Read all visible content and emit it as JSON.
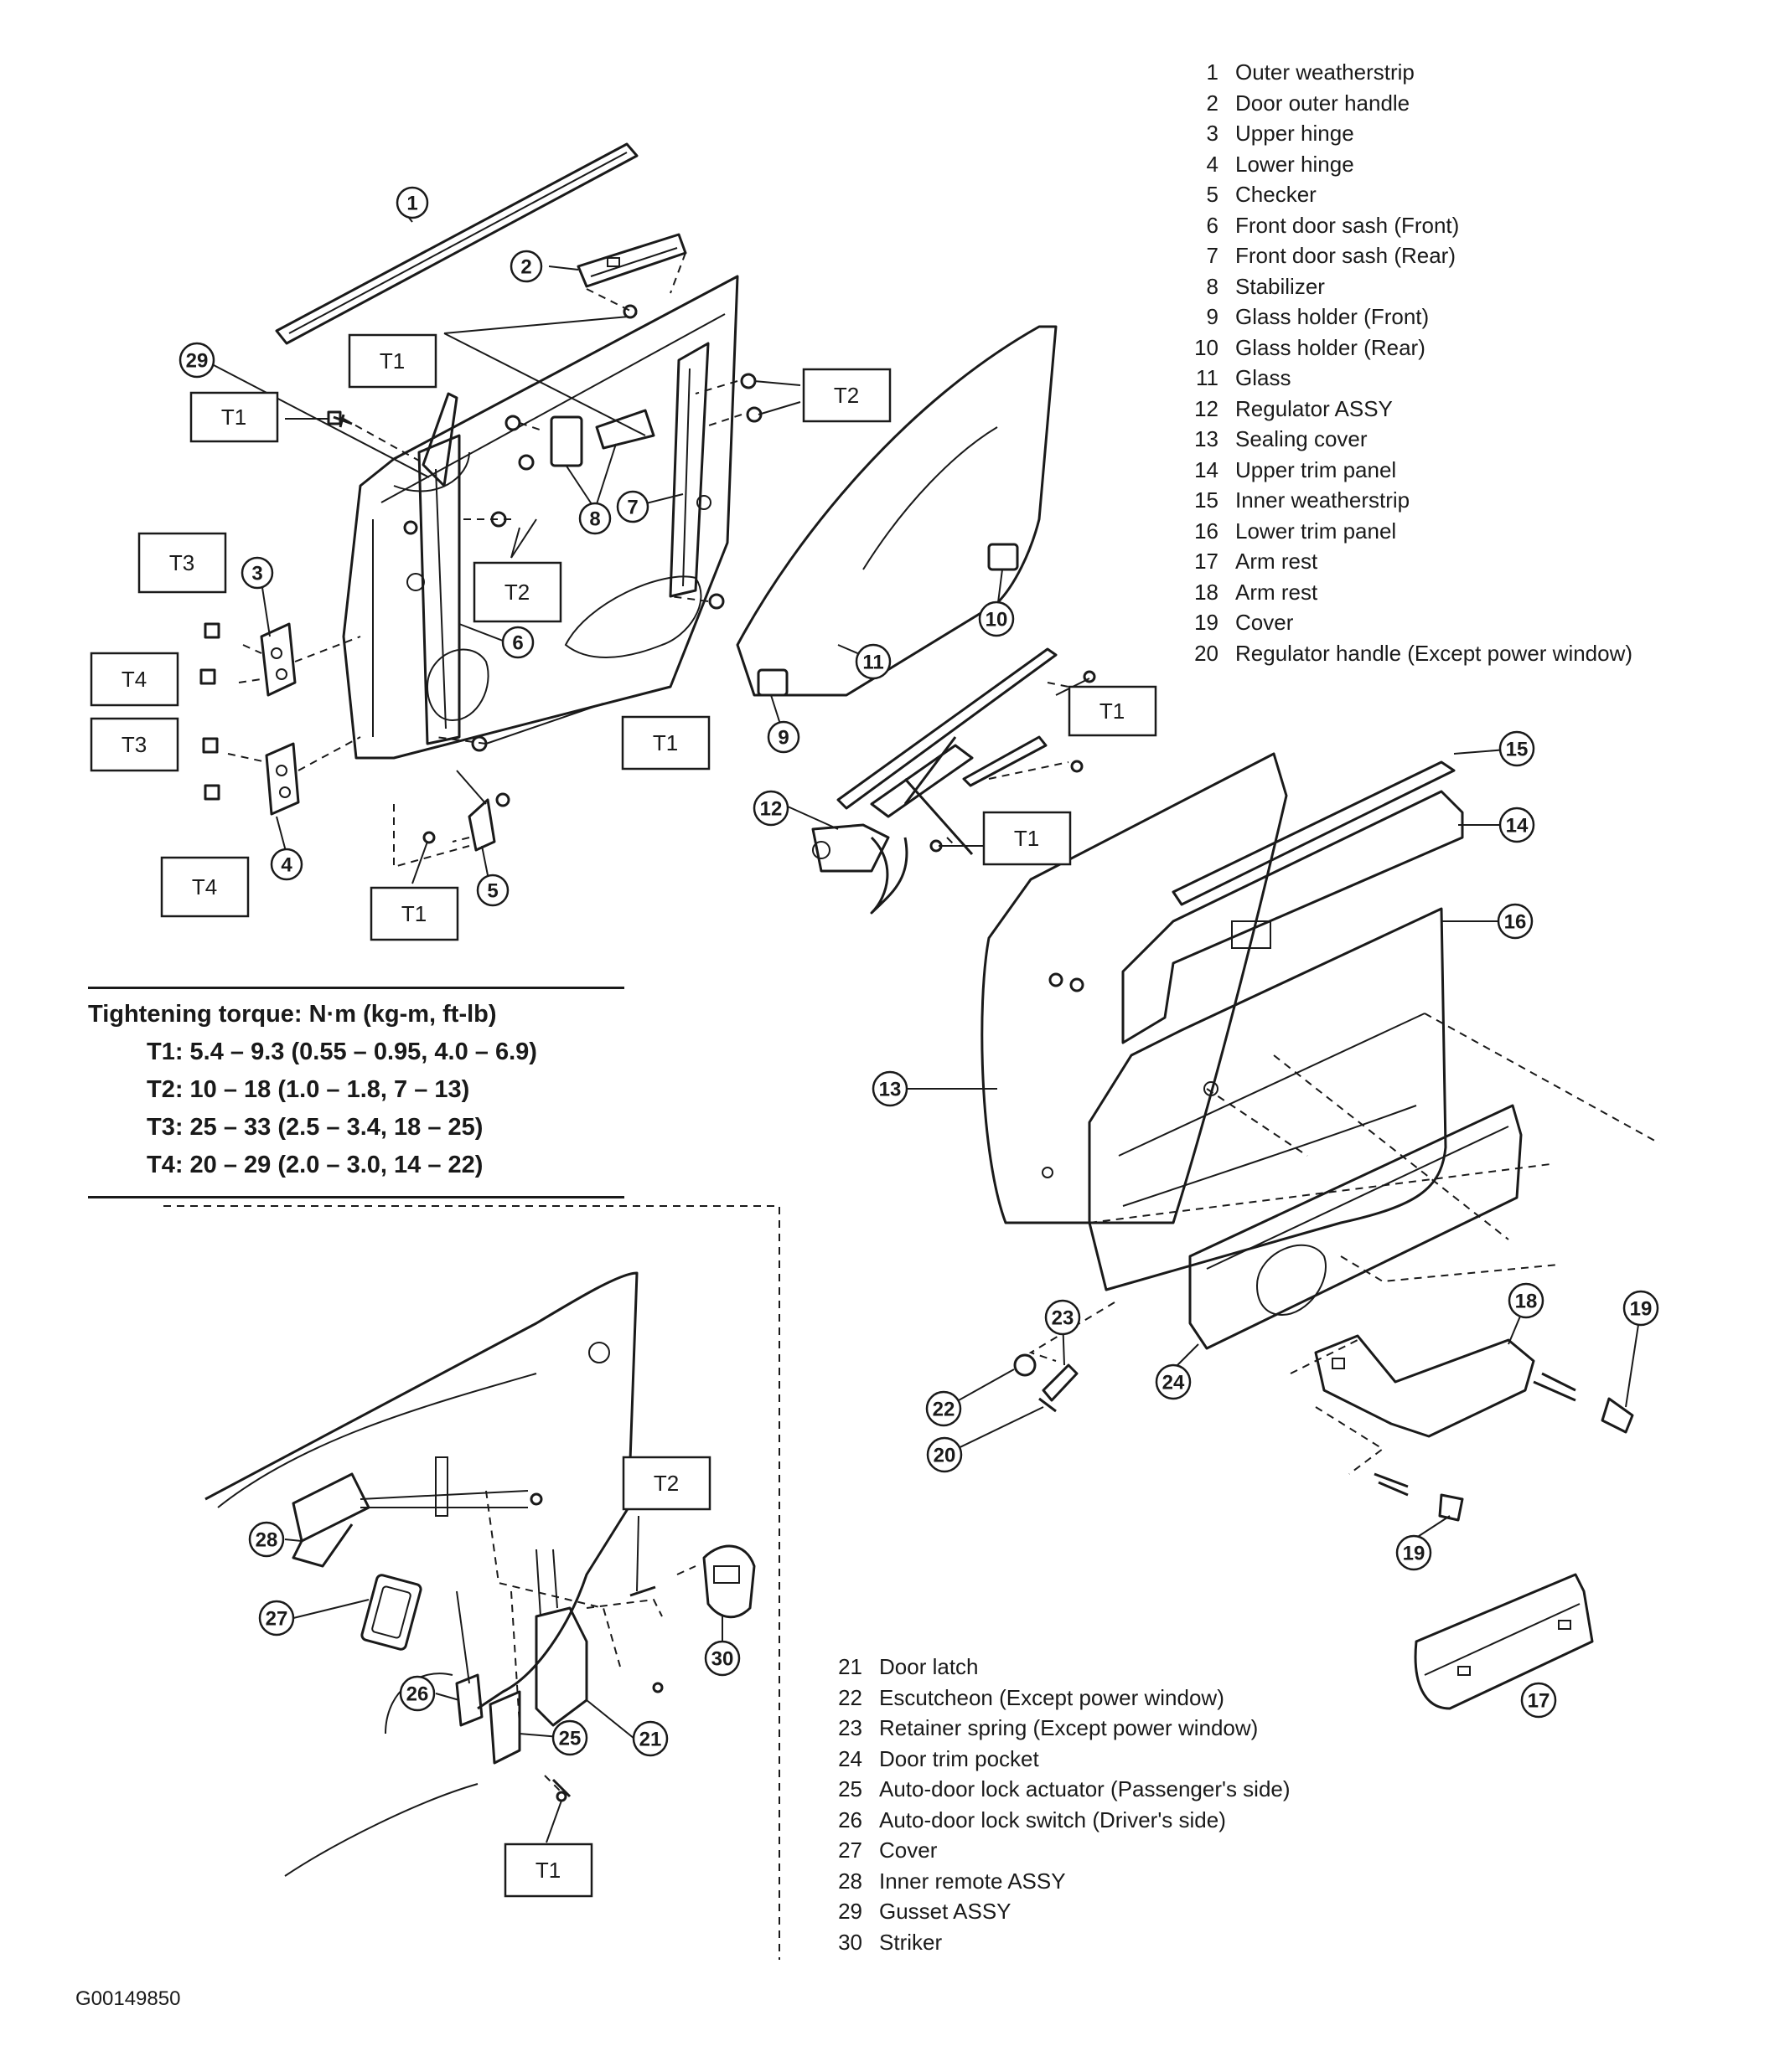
{
  "parts_list": [
    {
      "num": "1",
      "name": "Outer weatherstrip"
    },
    {
      "num": "2",
      "name": "Door outer handle"
    },
    {
      "num": "3",
      "name": "Upper hinge"
    },
    {
      "num": "4",
      "name": "Lower hinge"
    },
    {
      "num": "5",
      "name": "Checker"
    },
    {
      "num": "6",
      "name": "Front door sash (Front)"
    },
    {
      "num": "7",
      "name": "Front door sash (Rear)"
    },
    {
      "num": "8",
      "name": "Stabilizer"
    },
    {
      "num": "9",
      "name": "Glass holder (Front)"
    },
    {
      "num": "10",
      "name": "Glass holder (Rear)"
    },
    {
      "num": "11",
      "name": "Glass"
    },
    {
      "num": "12",
      "name": "Regulator ASSY"
    },
    {
      "num": "13",
      "name": "Sealing cover"
    },
    {
      "num": "14",
      "name": "Upper trim panel"
    },
    {
      "num": "15",
      "name": "Inner weatherstrip"
    },
    {
      "num": "16",
      "name": "Lower trim panel"
    },
    {
      "num": "17",
      "name": "Arm rest"
    },
    {
      "num": "18",
      "name": "Arm rest"
    },
    {
      "num": "19",
      "name": "Cover"
    },
    {
      "num": "20",
      "name": "Regulator handle (Except power window)"
    }
  ],
  "parts_list_2": [
    {
      "num": "21",
      "name": "Door latch"
    },
    {
      "num": "22",
      "name": "Escutcheon (Except power window)"
    },
    {
      "num": "23",
      "name": "Retainer spring (Except power window)"
    },
    {
      "num": "24",
      "name": "Door trim pocket"
    },
    {
      "num": "25",
      "name": "Auto-door lock actuator (Passenger's side)"
    },
    {
      "num": "26",
      "name": "Auto-door lock switch (Driver's side)"
    },
    {
      "num": "27",
      "name": "Cover"
    },
    {
      "num": "28",
      "name": "Inner remote ASSY"
    },
    {
      "num": "29",
      "name": "Gusset ASSY"
    },
    {
      "num": "30",
      "name": "Striker"
    }
  ],
  "torque": {
    "title": "Tightening torque: N·m (kg-m, ft-lb)",
    "specs": [
      "T1: 5.4 – 9.3 (0.55 – 0.95, 4.0 – 6.9)",
      "T2: 10 – 18 (1.0 – 1.8, 7 – 13)",
      "T3: 25 – 33 (2.5 – 3.4, 18 – 25)",
      "T4: 20 – 29 (2.0 – 3.0, 14 – 22)"
    ]
  },
  "torque_labels": {
    "t1": "T1",
    "t2": "T2",
    "t3": "T3",
    "t4": "T4"
  },
  "callout_numbers": [
    "1",
    "2",
    "3",
    "4",
    "5",
    "6",
    "7",
    "8",
    "9",
    "10",
    "11",
    "12",
    "13",
    "14",
    "15",
    "16",
    "17",
    "18",
    "19",
    "20",
    "21",
    "22",
    "23",
    "24",
    "25",
    "26",
    "27",
    "28",
    "29",
    "30"
  ],
  "reference_code": "G00149850"
}
